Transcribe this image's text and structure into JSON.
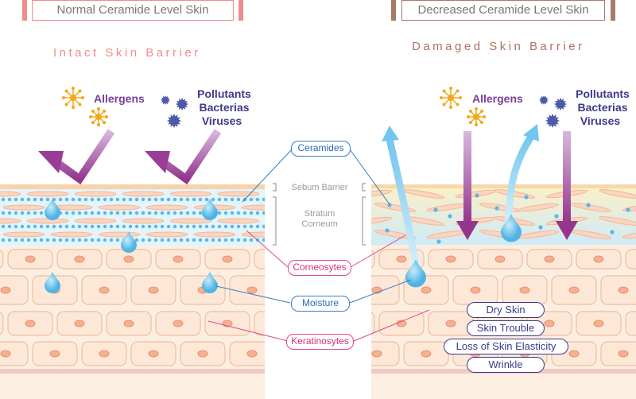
{
  "left": {
    "title": "Normal Ceramide Level Skin",
    "subtitle": "Intact Skin Barrier",
    "allergens": "Allergens",
    "pollutants": [
      "Pollutants",
      "Bacterias",
      "Viruses"
    ]
  },
  "right": {
    "title": "Decreased Ceramide Level Skin",
    "subtitle": "Damaged Skin Barrier",
    "allergens": "Allergens",
    "pollutants": [
      "Pollutants",
      "Bacterias",
      "Viruses"
    ],
    "symptoms": [
      "Dry Skin",
      "Skin Trouble",
      "Loss of Skin Elasticity",
      "Wrinkle"
    ]
  },
  "center": {
    "ceramides": "Ceramides",
    "sebum_barrier": "Sebum Barrier",
    "stratum_corneum": [
      "Stratum",
      "Corneum"
    ],
    "corneosytes": "Corneosytes",
    "moisture": "Moisture",
    "keratinosytes": "Keratinosytes"
  },
  "colors": {
    "left_accent": "#f08c8c",
    "right_accent": "#a87a6a",
    "arrow": "#9a3d94",
    "moisture": "#5bbce8"
  }
}
